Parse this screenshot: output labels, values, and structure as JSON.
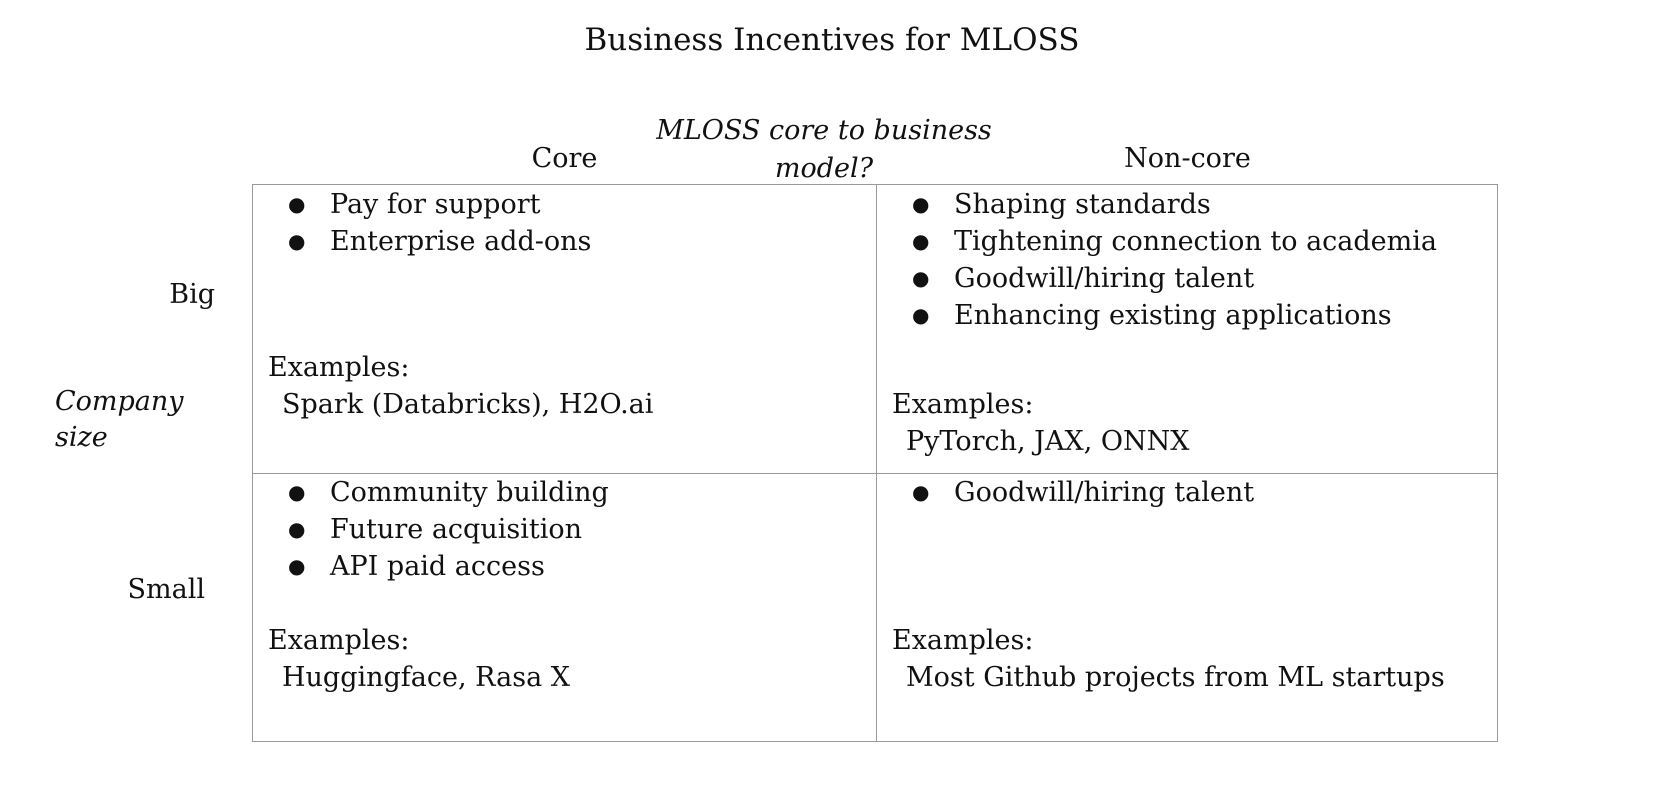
{
  "title": "Business Incentives for MLOSS",
  "x_axis": {
    "question": "MLOSS core to business model?",
    "columns": [
      "Core",
      "Non-core"
    ]
  },
  "y_axis": {
    "label_line1": "Company",
    "label_line2": "size",
    "rows": [
      "Big",
      "Small"
    ]
  },
  "cells": {
    "big_core": {
      "bullets": [
        "Pay for support",
        "Enterprise add-ons"
      ],
      "examples_label": "Examples:",
      "examples": "Spark (Databricks), H2O.ai"
    },
    "big_noncore": {
      "bullets": [
        "Shaping standards",
        "Tightening connection to academia",
        "Goodwill/hiring talent",
        "Enhancing existing applications"
      ],
      "examples_label": "Examples:",
      "examples": "PyTorch, JAX, ONNX"
    },
    "small_core": {
      "bullets": [
        "Community building",
        "Future acquisition",
        "API paid access"
      ],
      "examples_label": "Examples:",
      "examples": "Huggingface, Rasa X"
    },
    "small_noncore": {
      "bullets": [
        "Goodwill/hiring talent"
      ],
      "examples_label": "Examples:",
      "examples": "Most Github projects from ML startups"
    }
  },
  "colors": {
    "text": "#111111",
    "grid_line": "#9a9a9a",
    "background": "#ffffff"
  }
}
